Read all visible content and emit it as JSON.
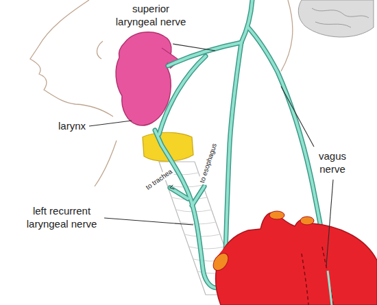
{
  "diagram": {
    "labels": [
      "superior laryngeal nerve",
      "larynx",
      "vagus nerve",
      "left recurrent laryngeal nerve",
      "to trachea",
      "to esophagus"
    ]
  }
}
